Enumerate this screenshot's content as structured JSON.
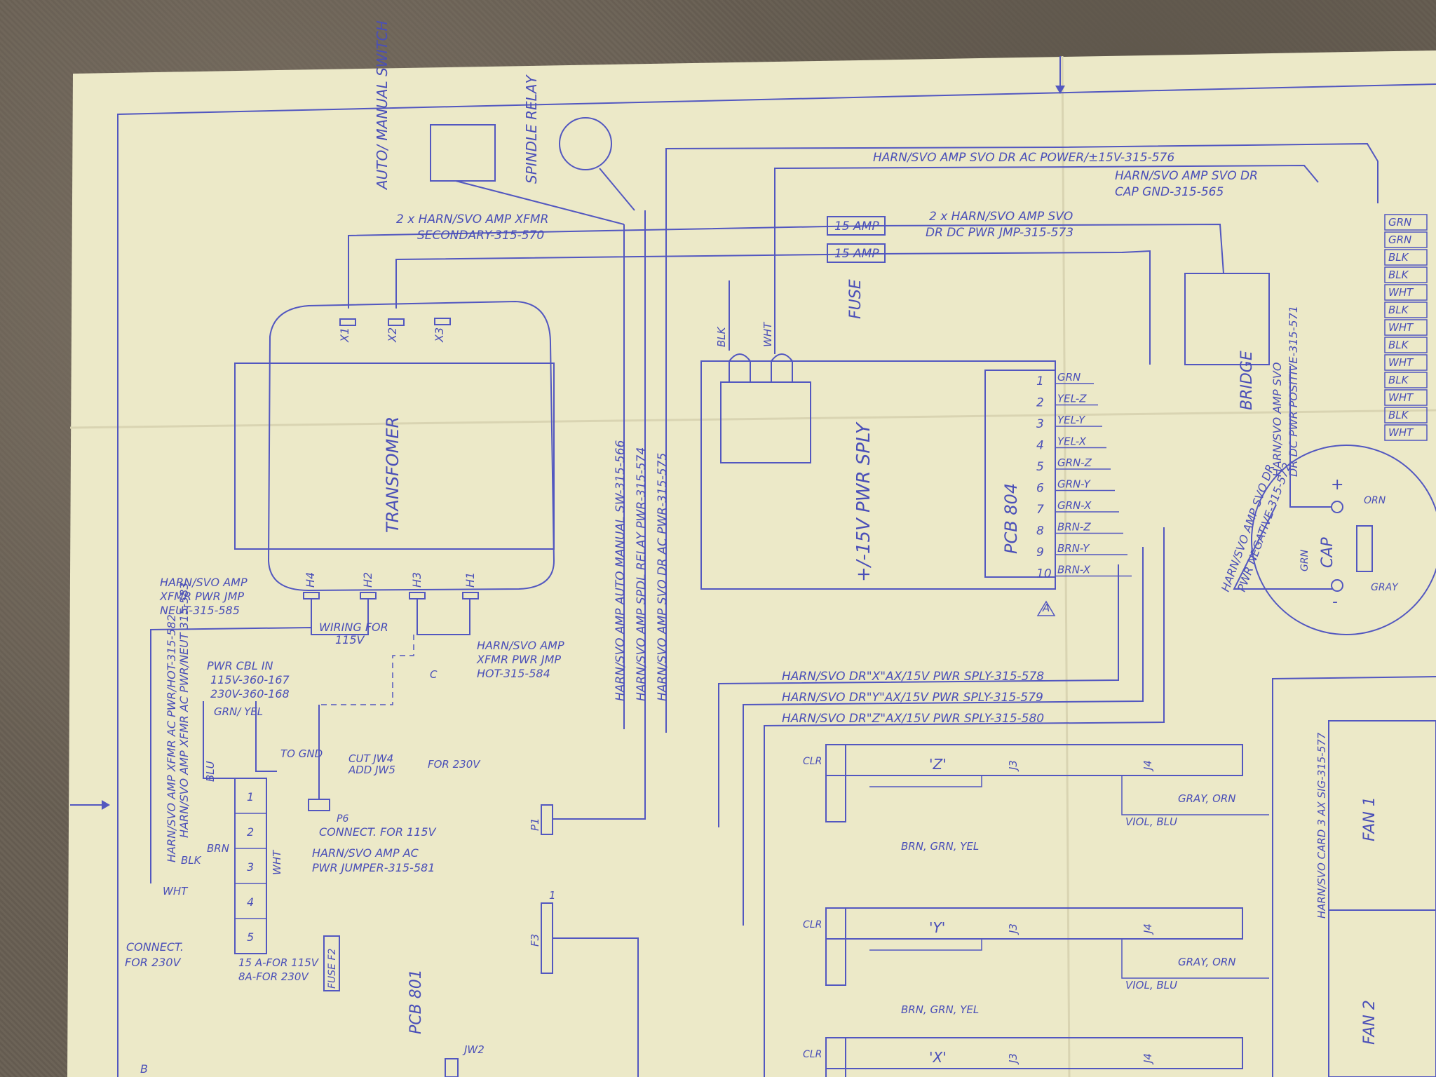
{
  "components": {
    "auto_manual_switch": "AUTO/ MANUAL SWITCH",
    "spindle_relay": "SPINDLE RELAY",
    "transformer": "TRANSFOMER",
    "pwr_sply": "+/-15V PWR SPLY",
    "pcb804": "PCB 804",
    "pcb801": "PCB 801",
    "bridge": "BRIDGE",
    "cap": "CAP",
    "fuse_top": "FUSE",
    "fuse_f2": "FUSE F2",
    "fan1": "FAN 1",
    "fan2": "FAN 2"
  },
  "fuse_labels": [
    "15 AMP",
    "15 AMP"
  ],
  "transformer_taps": {
    "top": [
      "X1",
      "X2",
      "X3"
    ],
    "bottom": [
      "H4",
      "H2",
      "H3",
      "H1"
    ]
  },
  "harness_labels": {
    "ac_power": "HARN/SVO AMP SVO DR AC POWER/±15V-315-576",
    "cap_gnd_1": "HARN/SVO AMP SVO DR",
    "cap_gnd_2": "CAP GND-315-565",
    "xfmr_sec_1": "2 x HARN/SVO AMP XFMR",
    "xfmr_sec_2": "SECONDARY-315-570",
    "dc_pwr_jmp_1": "2 x HARN/SVO AMP SVO",
    "dc_pwr_jmp_2": "DR DC PWR JMP-315-573",
    "auto_manual": "HARN/SVO AMP AUTO MANUAL SW-315-566",
    "spdl_relay": "HARN/SVO AMP SPDL RELAY PWR-315-574",
    "dr_ac_pwr": "HARN/SVO AMP SVO DR AC PWR-315-575",
    "x_ax": "HARN/SVO DR\"X\"AX/15V PWR SPLY-315-578",
    "y_ax": "HARN/SVO DR\"Y\"AX/15V PWR SPLY-315-579",
    "z_ax": "HARN/SVO DR\"Z\"AX/15V PWR SPLY-315-580",
    "neg_1": "HARN/SVO AMP SVO DR",
    "neg_2": "PWR NEGATIVE-315-572",
    "pos_1": "HARN/SVO AMP SVO",
    "pos_2": "DR DC PWR POSITIVE-315-571",
    "neut_1": "HARN/SVO AMP",
    "neut_2": "XFMR PWR JMP",
    "neut_3": "NEUT-315-585",
    "hot_1": "HARN/SVO AMP",
    "hot_2": "XFMR PWR JMP",
    "hot_3": "HOT-315-584",
    "wiring_1": "WIRING FOR",
    "wiring_2": "115V",
    "pwr_cbl_1": "PWR CBL IN",
    "pwr_cbl_2": "115V-360-167",
    "pwr_cbl_3": "230V-360-168",
    "grn_yel": "GRN/ YEL",
    "to_gnd": "TO GND",
    "cut_jw4": "CUT JW4",
    "add_jw5": "ADD JW5",
    "for_230": "FOR 230V",
    "connect_115": "CONNECT. FOR 115V",
    "jumper_1": "HARN/SVO AMP AC",
    "jumper_2": "PWR JUMPER-315-581",
    "connect_230_1": "CONNECT.",
    "connect_230_2": "FOR 230V",
    "fuse_rating_1": "15 A-FOR 115V",
    "fuse_rating_2": "8A-FOR 230V",
    "xfmr_neut": "HARN/SVO AMP XFMR AC PWR/NEUT 315-583",
    "xfmr_hot": "HARN/SVO AMP XFMR AC PWR/HOT-315-582",
    "card_sig": "HARN/SVO CARD 3 AX SIG-315-577"
  },
  "pcb804_pins": [
    {
      "n": "1",
      "w": "GRN"
    },
    {
      "n": "2",
      "w": "YEL-Z"
    },
    {
      "n": "3",
      "w": "YEL-Y"
    },
    {
      "n": "4",
      "w": "YEL-X"
    },
    {
      "n": "5",
      "w": "GRN-Z"
    },
    {
      "n": "6",
      "w": "GRN-Y"
    },
    {
      "n": "7",
      "w": "GRN-X"
    },
    {
      "n": "8",
      "w": "BRN-Z"
    },
    {
      "n": "9",
      "w": "BRN-Y"
    },
    {
      "n": "10",
      "w": "BRN-X"
    }
  ],
  "wire_colors": {
    "blk": "BLK",
    "wht": "WHT",
    "grn": "GRN",
    "orn": "ORN",
    "gray": "GRAY",
    "blu": "BLU",
    "brn": "BRN",
    "clr": "CLR"
  },
  "axes": [
    {
      "name": "'Z'",
      "j3": "J3",
      "j4": "J4",
      "c1": "GRAY, ORN",
      "c2": "VIOL, BLU",
      "c3": "BRN, GRN, YEL"
    },
    {
      "name": "'Y'",
      "j3": "J3",
      "j4": "J4",
      "c1": "GRAY, ORN",
      "c2": "VIOL, BLU",
      "c3": "BRN, GRN, YEL"
    },
    {
      "name": "'X'",
      "j3": "J3",
      "j4": "J4"
    }
  ],
  "misc": {
    "p1": "P1",
    "p6": "P6",
    "f3": "F3",
    "one": "1",
    "jw2": "JW2",
    "rev_a": "A",
    "rev_b": "B",
    "rev_c": "C",
    "plus": "+",
    "minus": "-"
  },
  "right_edge_labels": [
    "GRN",
    "GRN",
    "BLK",
    "BLK",
    "WHT",
    "BLK",
    "WHT",
    "BLK",
    "WHT",
    "BLK",
    "WHT",
    "BLK",
    "WHT"
  ]
}
